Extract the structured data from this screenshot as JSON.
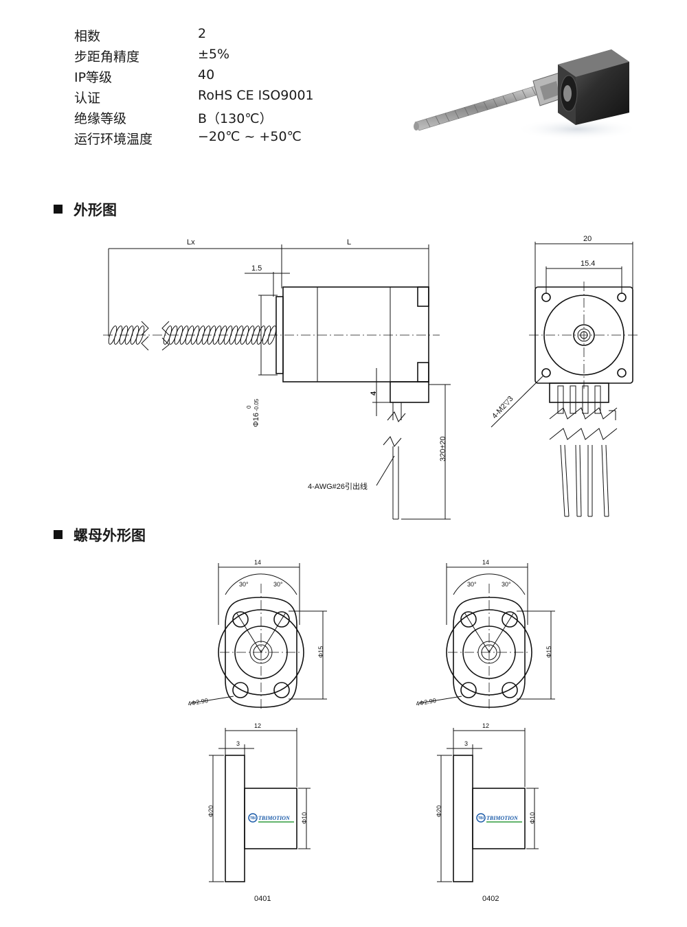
{
  "specs": [
    {
      "label": "相数",
      "value": "2"
    },
    {
      "label": "步距角精度",
      "value": "±5%"
    },
    {
      "label": "IP等级",
      "value": "40"
    },
    {
      "label": "认证",
      "value": "RoHS CE ISO9001"
    },
    {
      "label": "绝缘等级",
      "value": "B（130℃）"
    },
    {
      "label": "运行环境温度",
      "value": "−20℃ ~ +50℃"
    }
  ],
  "sections": {
    "outline_title": "外形图",
    "nut_title": "螺母外形图"
  },
  "outline": {
    "dim_lx": "Lx",
    "dim_l": "L",
    "dim_flange": "1.5",
    "dim_pilot": "Φ16",
    "dim_pilot_tol_upper": "0",
    "dim_pilot_tol_lower": "-0.05",
    "dim_4": "4",
    "dim_lead_length": "320±20",
    "lead_wire_note": "4-AWG#26引出线",
    "dim_width": "20",
    "dim_hole_spacing": "15.4",
    "mount_holes": "4-M2▽3"
  },
  "nuts": [
    {
      "code": "0401",
      "dim_width": "14",
      "angle_left": "30°",
      "angle_right": "30°",
      "dim_height": "Φ15",
      "holes": "4Φ2.90",
      "dim_length": "12",
      "dim_flange": "3",
      "dim_flange_dia": "Φ20",
      "dim_body_dia": "Φ10",
      "logo_badge": "TBI",
      "logo_text": "TBIMOTION"
    },
    {
      "code": "0402",
      "dim_width": "14",
      "angle_left": "30°",
      "angle_right": "30°",
      "dim_height": "Φ15",
      "holes": "4Φ2.90",
      "dim_length": "12",
      "dim_flange": "3",
      "dim_flange_dia": "Φ20",
      "dim_body_dia": "Φ10",
      "logo_badge": "TBI",
      "logo_text": "TBIMOTION"
    }
  ]
}
